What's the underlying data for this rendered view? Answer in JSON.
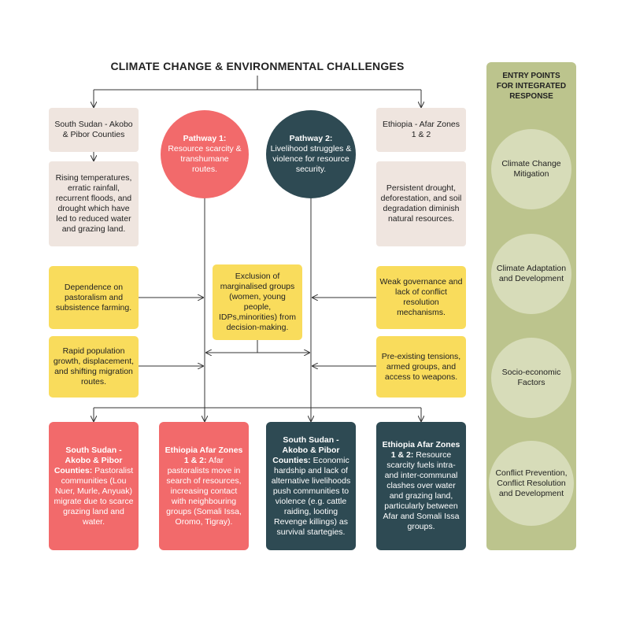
{
  "title": "CLIMATE CHANGE & ENVIRONMENTAL CHALLENGES",
  "left_region": {
    "header": "South Sudan - Akobo & Pibor Counties",
    "details": "Rising temperatures, erratic rainfall, recurrent floods, and drought which have led to reduced water and grazing land."
  },
  "right_region": {
    "header": "Ethiopia - Afar Zones 1 & 2",
    "details": "Persistent drought, deforestation, and soil degradation diminish natural resources."
  },
  "pathway1": {
    "title": "Pathway 1:",
    "text": "Resource scarcity & transhumane routes."
  },
  "pathway2": {
    "title": "Pathway 2:",
    "text": "Livelihood struggles & violence for resource security."
  },
  "factors": {
    "pastoralism": "Dependence on pastoralism and subsistence farming.",
    "population": "Rapid population growth, displacement, and shifting migration routes.",
    "exclusion": "Exclusion of marginalised groups (women, young people, IDPs,minorities) from decision-making.",
    "governance": "Weak governance and lack of conflict resolution mechanisms.",
    "tensions": "Pre-existing tensions, armed groups, and access to weapons."
  },
  "outcomes": [
    {
      "lead": "South Sudan - Akobo & Pibor Counties:",
      "text": " Pastoralist communities (Lou Nuer, Murle, Anyuak) migrate due to scarce grazing land and water."
    },
    {
      "lead": "Ethiopia Afar Zones 1 & 2:",
      "text": " Afar pastoralists move in search of resources, increasing contact with neighbouring groups (Somali Issa, Oromo, Tigray)."
    },
    {
      "lead": "South Sudan - Akobo & Pibor Counties:",
      "text": " Economic hardship and lack of alternative livelihoods push communities to violence (e.g. cattle raiding, looting Revenge killings) as survival startegies."
    },
    {
      "lead": "Ethiopia Afar Zones 1 & 2:",
      "text": " Resource scarcity fuels intra- and inter-communal clashes over water and grazing land, particularly between Afar and Somali Issa groups."
    }
  ],
  "entry_points": {
    "title": "ENTRY POINTS FOR INTEGRATED RESPONSE",
    "items": [
      "Climate Change Mitigation",
      "Climate Adaptation and Development",
      "Socio-economic Factors",
      "Conflict Prevention, Conflict Resolution and Development"
    ]
  },
  "colors": {
    "beige": "#efe5df",
    "yellow": "#f9dc5c",
    "coral": "#f26a6b",
    "teal": "#2e4a53",
    "panel_green": "#bcc48d",
    "circle_green": "#d7dcb9"
  }
}
